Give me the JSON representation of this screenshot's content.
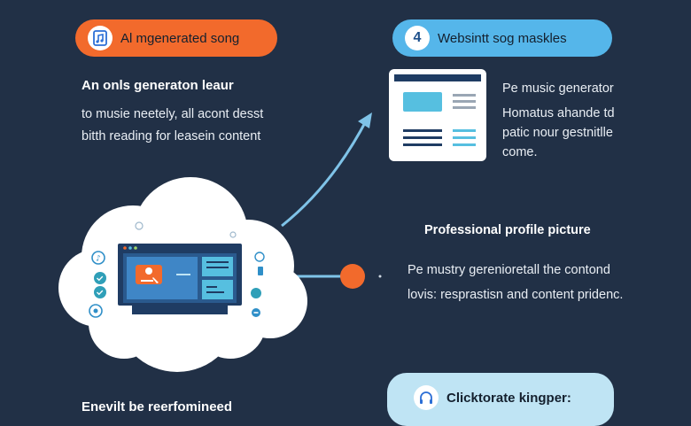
{
  "colors": {
    "background": "#213046",
    "orange": "#f26a2c",
    "blue": "#55b6ea",
    "light_blue": "#bfe4f4",
    "cloud": "#ffffff"
  },
  "top_left": {
    "pill_label": "Al mgenerated song",
    "icon": "music-file-icon",
    "heading": "An onls generaton leaur",
    "body": [
      "to musie neetely, all acont desst",
      "bitth reading for leasein content"
    ]
  },
  "top_right": {
    "pill_label": "Websintt sog maskles",
    "pill_number": "4",
    "card_icon": "webpage-layout-icon",
    "heading": "Pe music generator",
    "body": [
      "Homatus ahande td",
      "patic nour gestnitlle",
      "come."
    ]
  },
  "middle_right": {
    "heading": "Professional profile picture",
    "body": [
      "Pe mustry gerenioretall the contond",
      "lovis: resprastisn and content pridenc."
    ]
  },
  "cloud": {
    "icons": [
      "music-note-icon",
      "check-circle-icon",
      "check-circle-icon",
      "settings-circle-icon",
      "music-note-icon",
      "mobile-icon",
      "chat-icon",
      "minus-circle-icon"
    ],
    "monitor_icon": "monitor-dashboard-icon"
  },
  "bottom_left": {
    "heading": "Enevilt be reerfomineed"
  },
  "bottom_right": {
    "pill_label": "Clicktorate kingper:",
    "icon": "headphones-icon"
  }
}
